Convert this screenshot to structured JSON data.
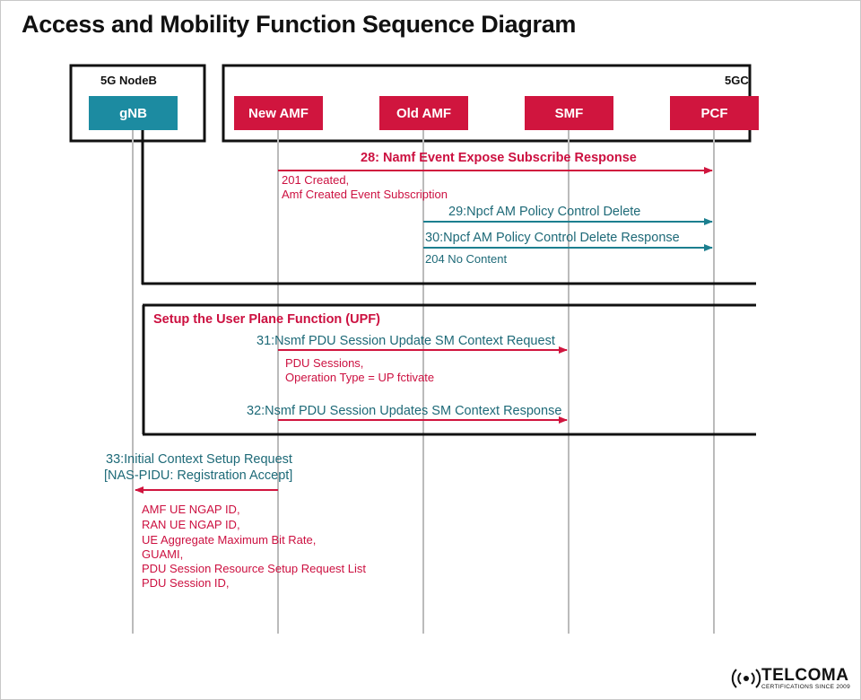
{
  "title": "Access and Mobility Function Sequence Diagram",
  "colors": {
    "red": "#d0153e",
    "teal": "#1c8ba1",
    "teal_text": "#1e6a78",
    "lifeline": "#bbbbbb"
  },
  "systems": {
    "ran": "5G NodeB",
    "core": "5GC"
  },
  "entities": [
    {
      "id": "gnb",
      "label": "gNB",
      "color": "teal"
    },
    {
      "id": "new_amf",
      "label": "New AMF",
      "color": "red"
    },
    {
      "id": "old_amf",
      "label": "Old AMF",
      "color": "red"
    },
    {
      "id": "smf",
      "label": "SMF",
      "color": "red"
    },
    {
      "id": "pcf",
      "label": "PCF",
      "color": "red"
    }
  ],
  "messages": [
    {
      "id": "m28",
      "label": "28: Namf Event Expose Subscribe Response",
      "from": "new_amf",
      "to": "pcf",
      "color": "red",
      "note": [
        "201 Created,",
        "Amf Created Event Subscription"
      ]
    },
    {
      "id": "m29",
      "label": "29:Npcf AM Policy Control Delete",
      "from": "old_amf",
      "to": "pcf",
      "color": "teal"
    },
    {
      "id": "m30",
      "label": "30:Npcf AM Policy Control Delete Response",
      "from": "old_amf",
      "to": "pcf",
      "color": "teal",
      "note": [
        "204 No Content"
      ]
    },
    {
      "id": "m31",
      "label": "31:Nsmf PDU Session Update SM Context Request",
      "from": "new_amf",
      "to": "smf",
      "color": "teal",
      "note": [
        "PDU Sessions,",
        "Operation Type = UP fctivate"
      ]
    },
    {
      "id": "m32",
      "label": "32:Nsmf PDU Session Updates SM Context Response",
      "from": "new_amf",
      "to": "smf",
      "color": "teal"
    },
    {
      "id": "m33",
      "label": "33:Initial Context Setup Request",
      "label2": "[NAS-PIDU: Registration Accept]",
      "from": "new_amf",
      "to": "gnb",
      "color": "teal",
      "note": [
        "AMF UE NGAP ID,",
        "RAN UE NGAP ID,",
        "UE Aggregate Maximum Bit Rate,",
        "GUAMI,",
        "PDU Session Resource Setup Request List",
        "PDU Session ID,"
      ]
    }
  ],
  "group": {
    "title": "Setup the User Plane Function (UPF)"
  },
  "logo": {
    "name": "TELCOMA",
    "subtitle": "CERTIFICATIONS SINCE 2009",
    "icon": "signal-waves-icon"
  }
}
